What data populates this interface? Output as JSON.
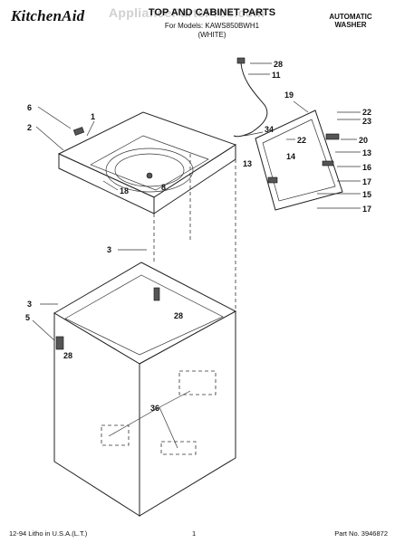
{
  "header": {
    "brand": "KitchenAid",
    "title": "TOP AND CABINET PARTS",
    "model_line": "For Models: KAWS850BWH1",
    "color_line": "(WHITE)",
    "product_type_line1": "AUTOMATIC",
    "product_type_line2": "WASHER",
    "watermark": "AppliancePartsPros.com"
  },
  "footer": {
    "litho": "12-94 Litho in U.S.A.(L.T.)",
    "page": "1",
    "part_no": "Part No. 3946872"
  },
  "callouts": [
    "28",
    "11",
    "19",
    "22",
    "23",
    "20",
    "13",
    "16",
    "17",
    "15",
    "17",
    "14",
    "22",
    "13",
    "34",
    "6",
    "1",
    "2",
    "18",
    "8",
    "3",
    "28",
    "3",
    "5",
    "28",
    "36"
  ],
  "colors": {
    "ink": "#111111",
    "paper": "#ffffff",
    "watermark": "#969696"
  }
}
